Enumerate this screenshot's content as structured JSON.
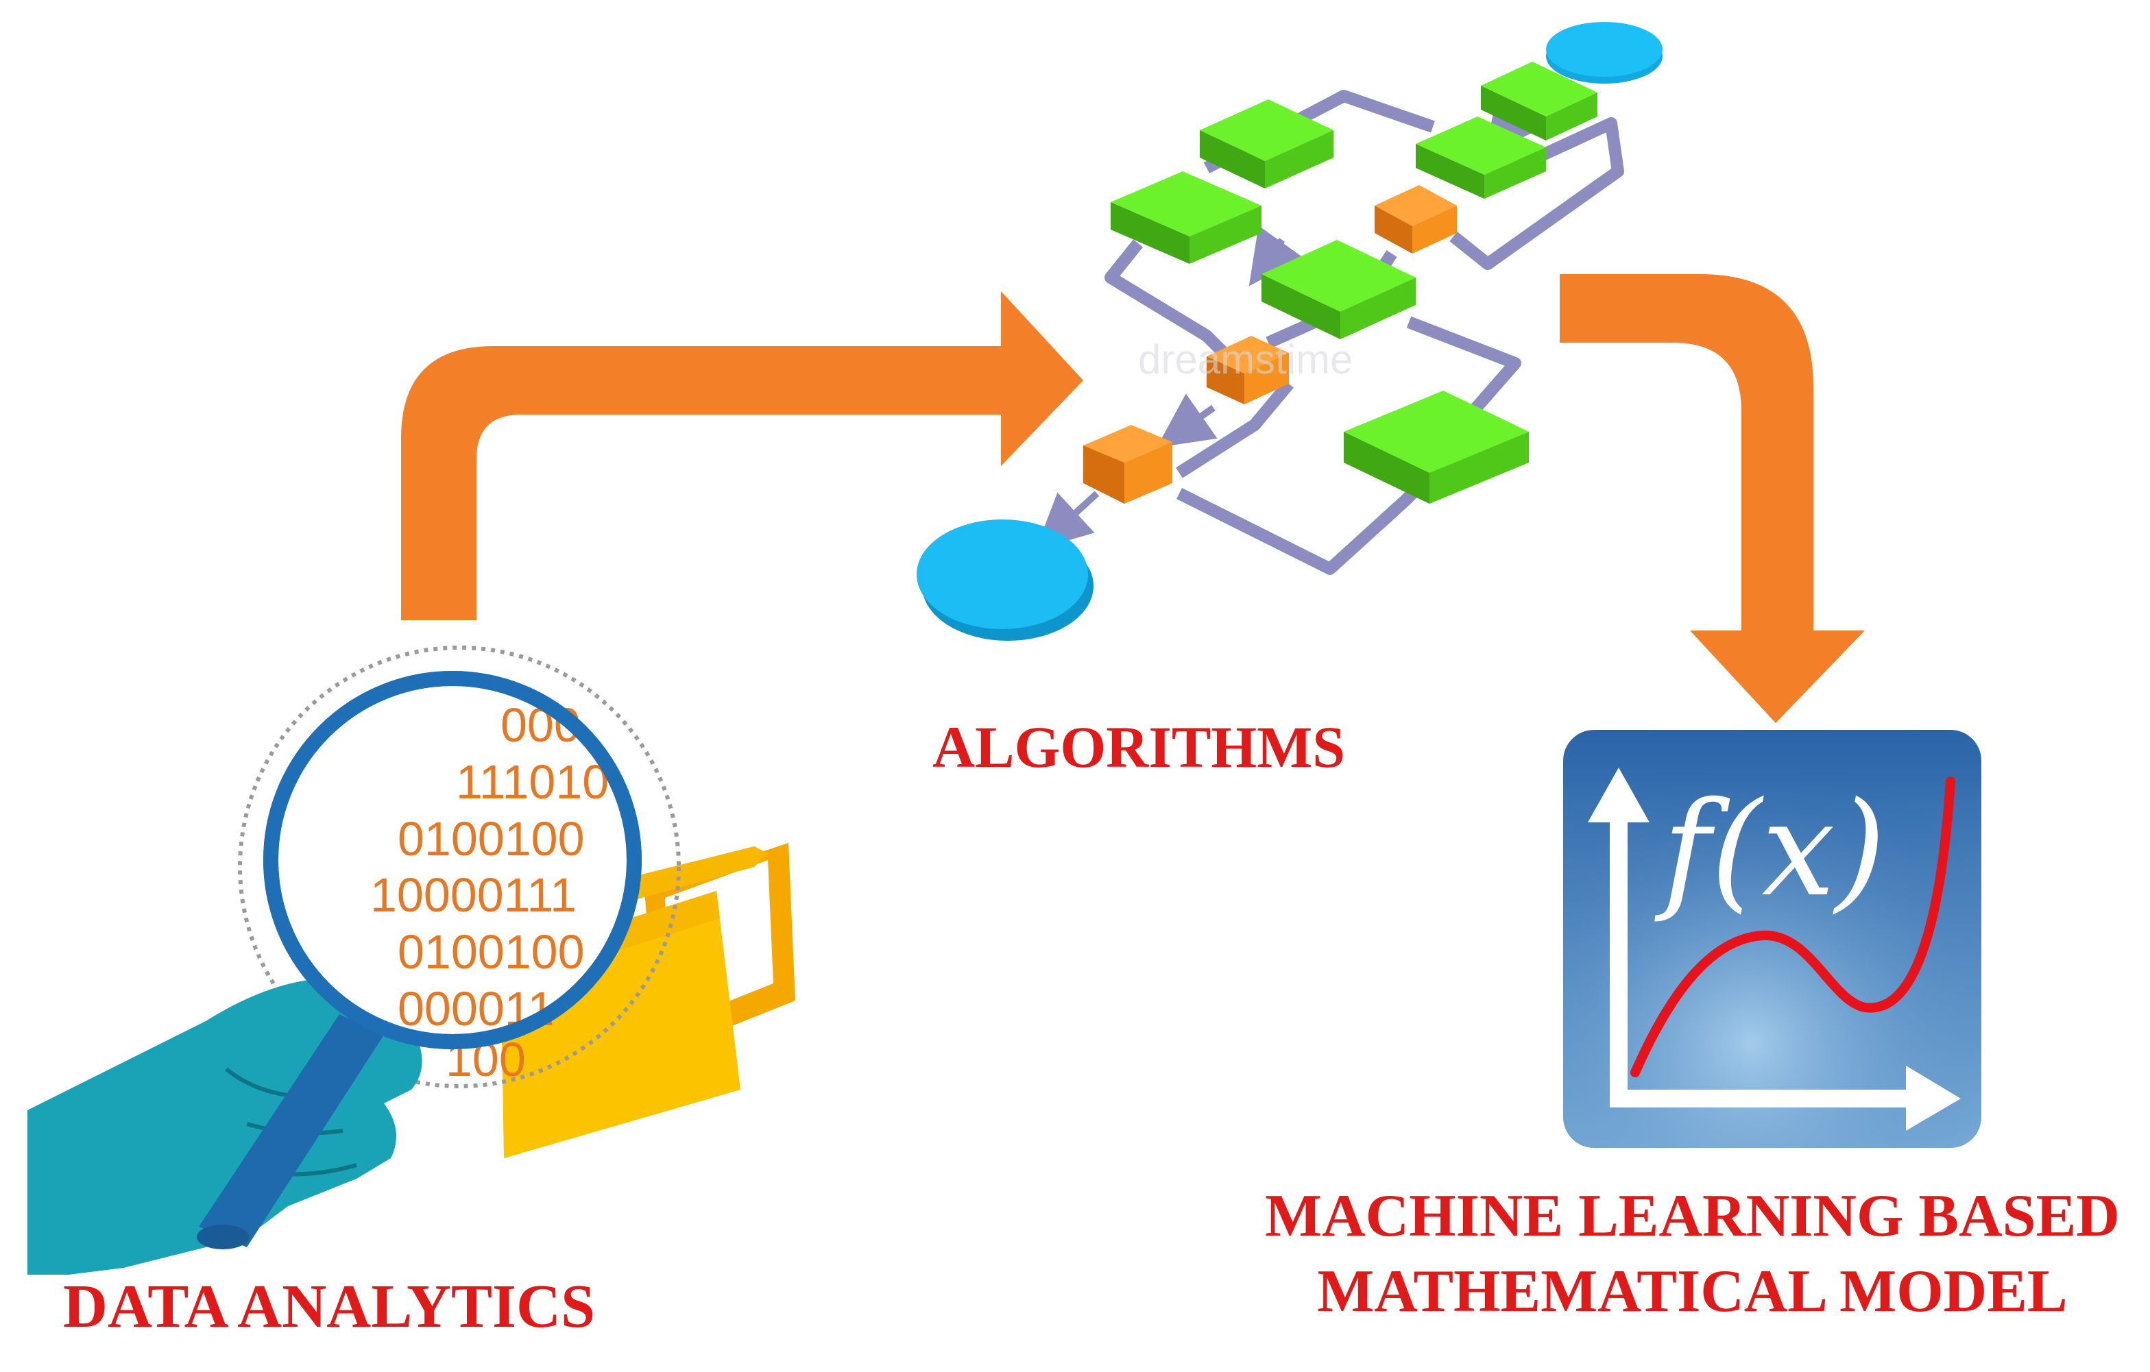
{
  "labels": {
    "algorithms": "ALGORITHMS",
    "data_analytics": "DATA ANALYTICS",
    "ml_line1": "MACHINE LEARNING BASED",
    "ml_line2": "MATHEMATICAL MODEL"
  },
  "binary_lines": [
    "000",
    "111010",
    "0100100",
    "10000111",
    "0100100",
    "000011",
    "100"
  ],
  "function_label": "f(x)",
  "watermark": "dreamstime",
  "colors": {
    "label_red": "#e01919",
    "arrow_orange": "#f37f28",
    "flow_green": "#55e61a",
    "flow_orange": "#f6911e",
    "flow_blue": "#14b4f0",
    "connector": "#8c8cc0",
    "lens_blue": "#1e6fb5",
    "hand_teal": "#1a9bb0",
    "folder_yellow": "#f9b800",
    "model_blue": "#3a78b5",
    "curve_red": "#e8121b"
  },
  "icons": [
    "magnifying-glass-icon",
    "hand-icon",
    "folder-icon",
    "flowchart-icon",
    "function-graph-icon"
  ]
}
